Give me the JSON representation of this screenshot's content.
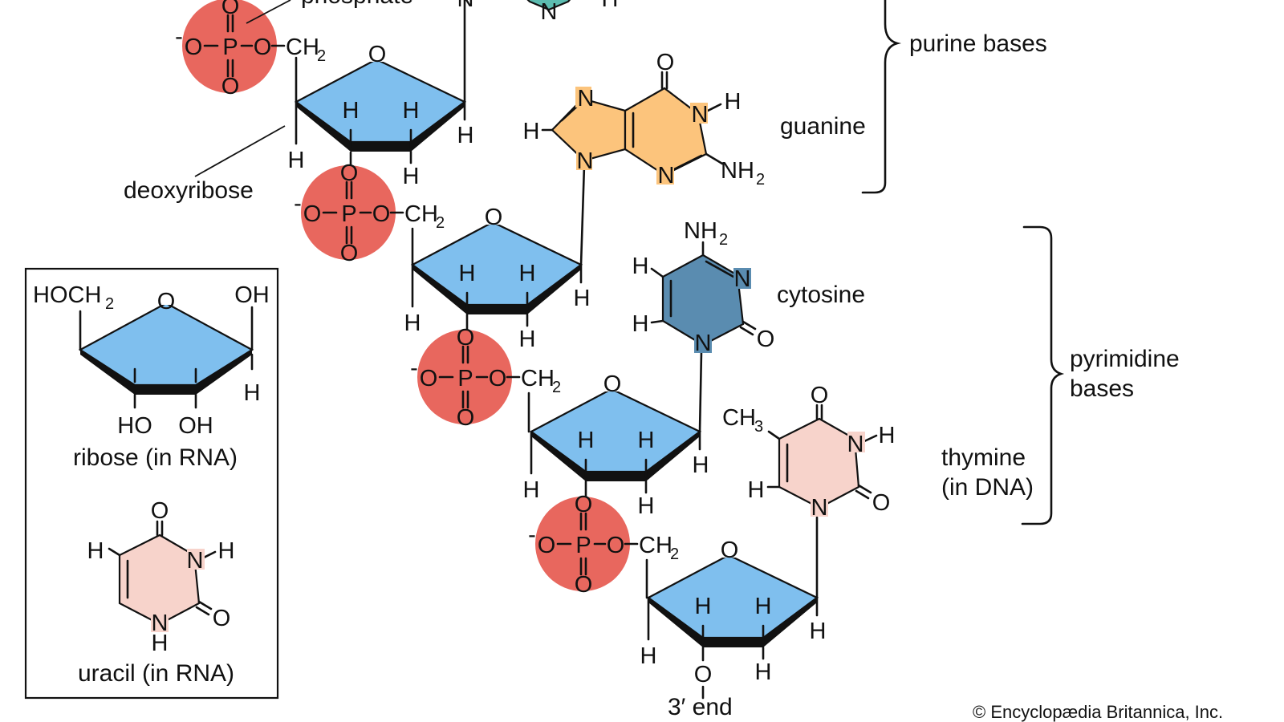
{
  "colors": {
    "phosphate_circle": "#e8675e",
    "sugar": "#7fbfee",
    "adenine": "#5cbcb0",
    "guanine": "#fcc47c",
    "cytosine": "#5a8cb0",
    "thymine": "#f7d3cb",
    "uracil": "#f7d3cb"
  },
  "labels": {
    "phosphate": "phosphate",
    "deoxyribose": "deoxyribose",
    "purine_bases": "purine bases",
    "guanine": "guanine",
    "cytosine": "cytosine",
    "pyrimidine_bases_1": "pyrimidine",
    "pyrimidine_bases_2": "bases",
    "thymine_1": "thymine",
    "thymine_2": "(in DNA)",
    "end_3": "3′ end",
    "credit": "© Encyclopædia Britannica, Inc."
  },
  "inset": {
    "ribose_caption": "ribose (in RNA)",
    "uracil_caption": "uracil (in RNA)",
    "hoch": "HOCH",
    "two": "2",
    "ring_o": "O",
    "oh": "OH",
    "ho": "HO",
    "h": "H",
    "n": "N",
    "o": "O"
  },
  "atoms": {
    "O": "O",
    "P": "P",
    "H": "H",
    "N": "N",
    "CH": "CH",
    "NH": "NH",
    "two": "2",
    "three": "3",
    "minus": "-"
  }
}
